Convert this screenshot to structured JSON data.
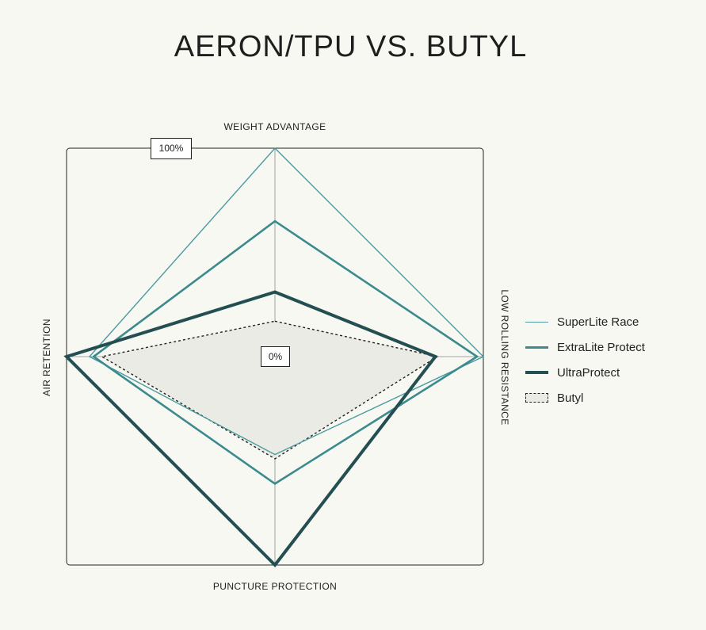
{
  "title": "AERON/TPU VS. BUTYL",
  "chart_data": {
    "type": "radar",
    "title": "AERON/TPU VS. BUTYL",
    "axes": [
      "WEIGHT ADVANTAGE",
      "LOW ROLLING RESISTANCE",
      "PUNCTURE PROTECTION",
      "AIR RETENTION"
    ],
    "scale": {
      "min": 0,
      "max": 100,
      "unit": "%",
      "min_label": "0%",
      "max_label": "100%"
    },
    "series": [
      {
        "name": "SuperLite Race",
        "values": [
          100,
          100,
          47,
          89
        ],
        "color": "#4a9aa0",
        "style": "thin"
      },
      {
        "name": "ExtraLite Protect",
        "values": [
          65,
          97,
          61,
          87
        ],
        "color": "#3a8a8e",
        "style": "medium"
      },
      {
        "name": "UltraProtect",
        "values": [
          31,
          77,
          100,
          100
        ],
        "color": "#234e52",
        "style": "thick"
      },
      {
        "name": "Butyl",
        "values": [
          17,
          78,
          49,
          83
        ],
        "color": "#222222",
        "style": "dashed",
        "fill": "#ebebe5"
      }
    ],
    "grid": true,
    "legend": "right"
  }
}
